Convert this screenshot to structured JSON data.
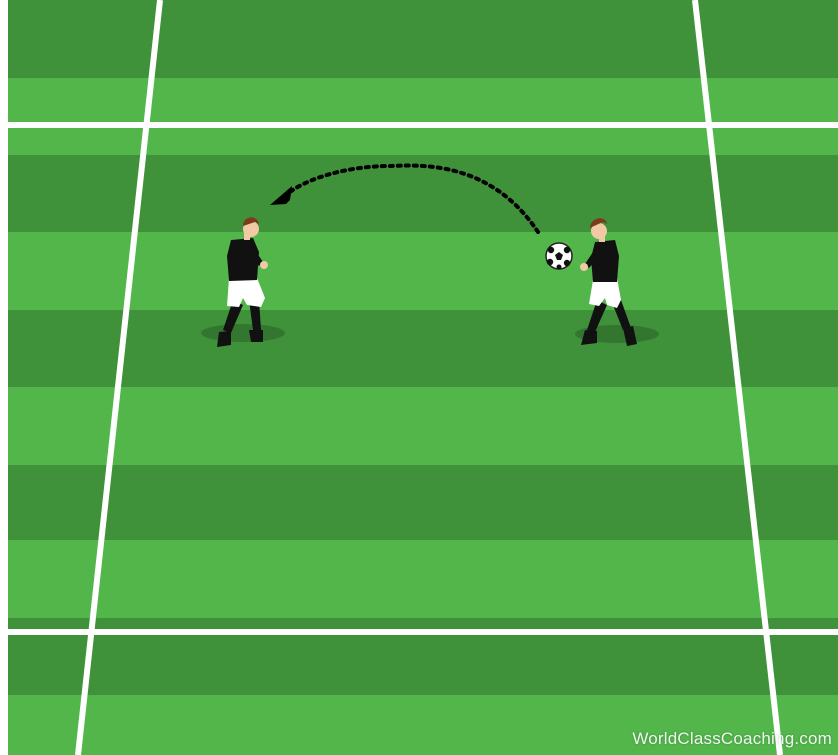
{
  "diagram": {
    "watermark_text": "WorldClassCoaching.com",
    "colors": {
      "stripe_dark": "#3f913a",
      "stripe_light": "#52b64b",
      "line": "#ffffff",
      "jersey": "#111111",
      "shorts": "#ffffff",
      "hair": "#7a3b1e",
      "skin": "#f2c9a5",
      "arrow": "#000000"
    },
    "players": [
      {
        "id": "player-left",
        "facing": "right"
      },
      {
        "id": "player-right",
        "facing": "left",
        "has_ball": true
      }
    ],
    "pass": {
      "style": "dotted-curved",
      "from": "player-right",
      "to": "player-left"
    }
  }
}
